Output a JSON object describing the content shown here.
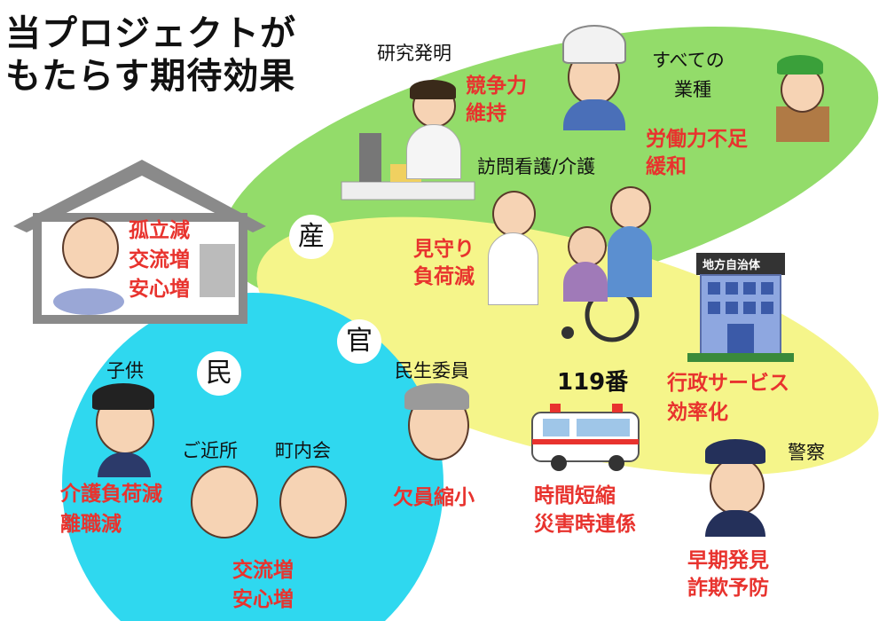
{
  "title": {
    "line1": "当プロジェクトが",
    "line2": "もたらす期待効果"
  },
  "sectors": {
    "industry": "産",
    "government": "官",
    "citizens": "民"
  },
  "colors": {
    "industry_bg": "#93dc6a",
    "government_bg": "#f5f58a",
    "citizens_bg": "#2fd8ef",
    "effect_text": "#e8332e"
  },
  "industry": {
    "research": {
      "label": "研究発明",
      "effect1": "競争力",
      "effect2": "維持"
    },
    "all_industries": {
      "label1": "すべての",
      "label2": "業種",
      "effect1": "労働力不足",
      "effect2": "緩和"
    },
    "care": {
      "label": "訪問看護/介護",
      "effect1": "見守り",
      "effect2": "負荷減"
    }
  },
  "household": {
    "effect1": "孤立減",
    "effect2": "交流増",
    "effect3": "安心増"
  },
  "government": {
    "municipality": {
      "sign": "地方自治体",
      "effect1": "行政サービス",
      "effect2": "効率化"
    },
    "emergency": {
      "label": "119番",
      "effect1": "時間短縮",
      "effect2": "災害時連係"
    },
    "police": {
      "label": "警察",
      "effect1": "早期発見",
      "effect2": "詐欺予防"
    },
    "welfare_commissioner": {
      "label": "民生委員",
      "effect1": "欠員縮小"
    }
  },
  "citizens": {
    "children": {
      "label": "子供",
      "effect1": "介護負荷減",
      "effect2": "離職減"
    },
    "neighbors": {
      "label1": "ご近所",
      "label2": "町内会",
      "effect1": "交流増",
      "effect2": "安心増"
    }
  }
}
